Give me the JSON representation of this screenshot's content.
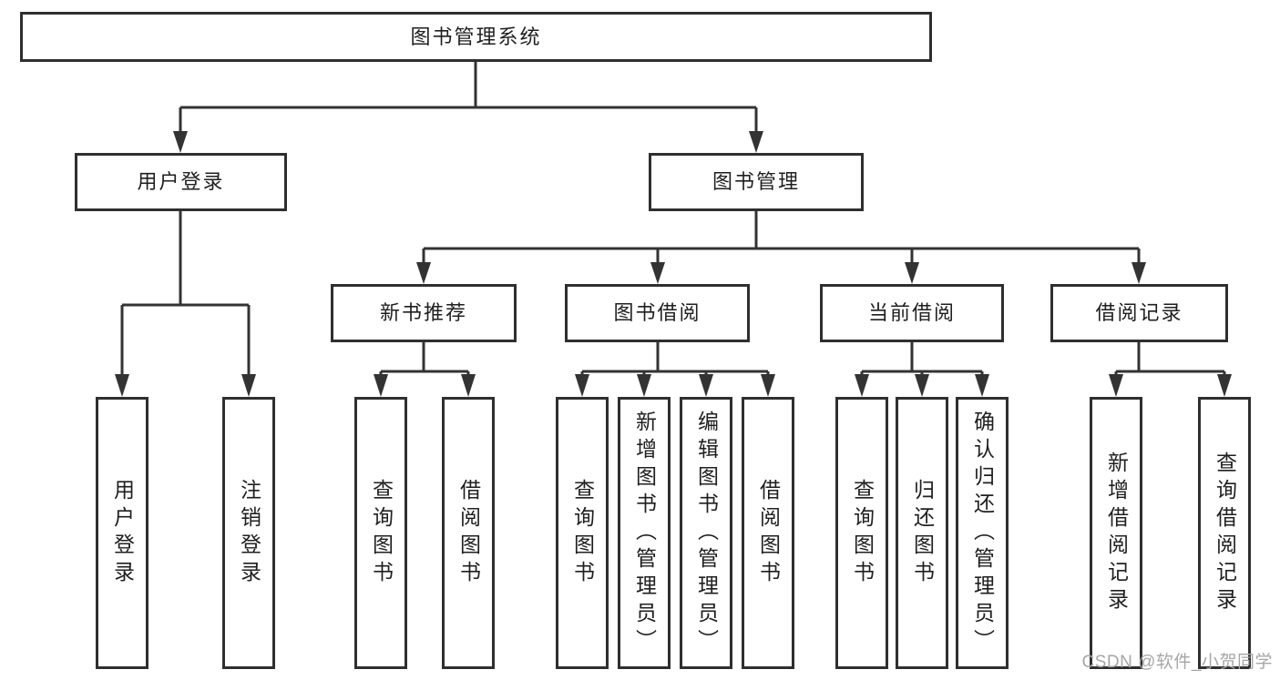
{
  "diagram_type": "tree",
  "tree": {
    "label": "图书管理系统",
    "children": [
      {
        "label": "用户登录",
        "children": [
          {
            "label": "用户登录"
          },
          {
            "label": "注销登录"
          }
        ]
      },
      {
        "label": "图书管理",
        "children": [
          {
            "label": "新书推荐",
            "children": [
              {
                "label": "查询图书"
              },
              {
                "label": "借阅图书"
              }
            ]
          },
          {
            "label": "图书借阅",
            "children": [
              {
                "label": "查询图书"
              },
              {
                "label": "新增图书（管理员）"
              },
              {
                "label": "编辑图书（管理员）"
              },
              {
                "label": "借阅图书"
              }
            ]
          },
          {
            "label": "当前借阅",
            "children": [
              {
                "label": "查询图书"
              },
              {
                "label": "归还图书"
              },
              {
                "label": "确认归还（管理员）"
              }
            ]
          },
          {
            "label": "借阅记录",
            "children": [
              {
                "label": "新增借阅记录"
              },
              {
                "label": "查询借阅记录"
              }
            ]
          }
        ]
      }
    ]
  },
  "watermark": "CSDN @软件_小贺同学",
  "colors": {
    "line": "#333333",
    "box_border": "#2f2f2f",
    "text": "#1f1f1f",
    "watermark_text": "#a6a6a6",
    "background": "#ffffff"
  }
}
